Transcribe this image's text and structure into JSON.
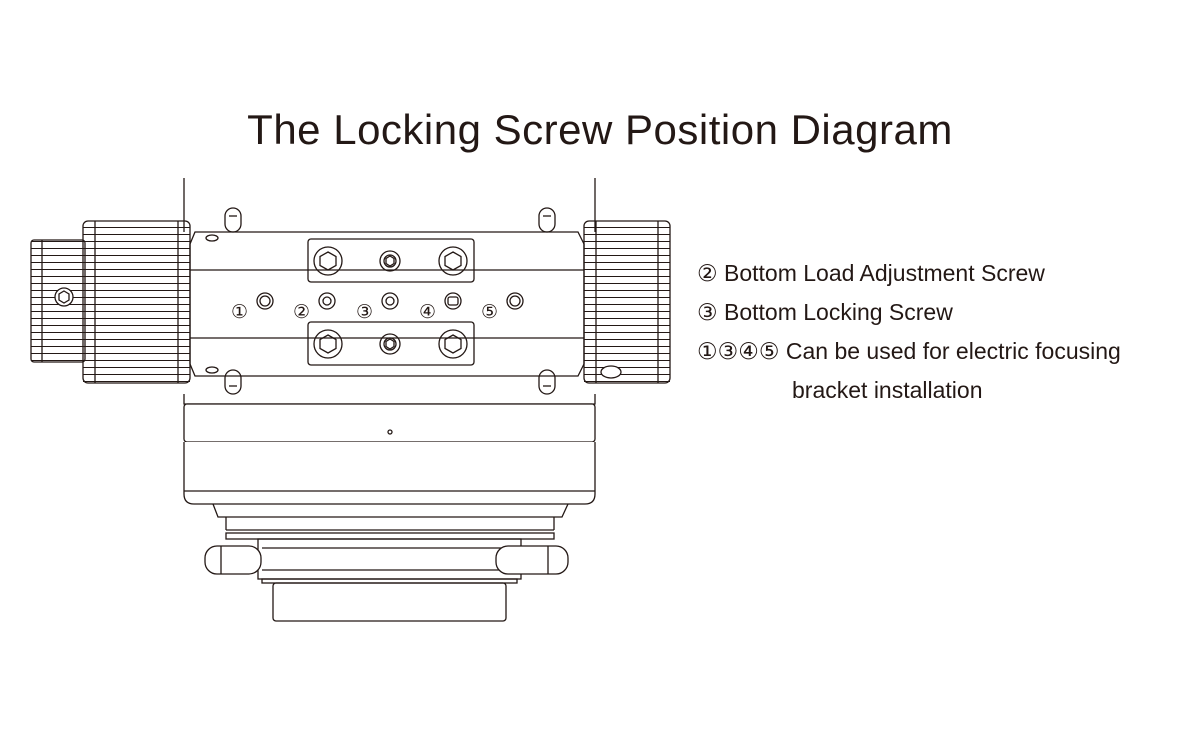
{
  "title": "The Locking Screw Position Diagram",
  "screw_labels": [
    "①",
    "②",
    "③",
    "④",
    "⑤"
  ],
  "legend": {
    "line1": "② Bottom Load Adjustment Screw",
    "line2": "③ Bottom Locking Screw",
    "line3": "①③④⑤ Can be used for electric focusing",
    "line4": "bracket installation"
  },
  "colors": {
    "ink": "#231815",
    "background": "#ffffff"
  },
  "icons": [
    "focuser-diagram",
    "hex-socket-screw-icon",
    "knurled-knob-icon"
  ]
}
